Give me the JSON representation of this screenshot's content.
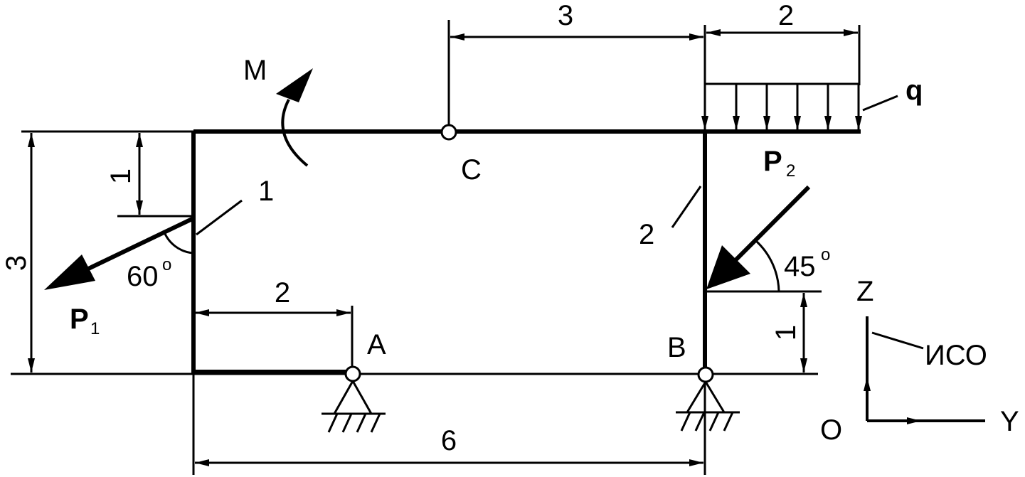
{
  "labels": {
    "dim_top_cb": "3",
    "dim_top_q": "2",
    "q": "q",
    "M": "M",
    "C": "C",
    "P2": "P",
    "P2_sub": "2",
    "leader_2": "2",
    "angle_45": "45",
    "deg_sup": "o",
    "leader_1": "1",
    "dim_left_1": "1",
    "dim_left_3": "3",
    "angle_60": "60",
    "P1": "P",
    "P1_sub": "1",
    "dim_A": "2",
    "A": "A",
    "B": "B",
    "dim_right_1": "1",
    "Z": "Z",
    "ISO": "ИСО",
    "O": "O",
    "Y": "Y",
    "dim_bottom": "6"
  },
  "colors": {
    "ink": "#000000",
    "paper": "#ffffff"
  }
}
